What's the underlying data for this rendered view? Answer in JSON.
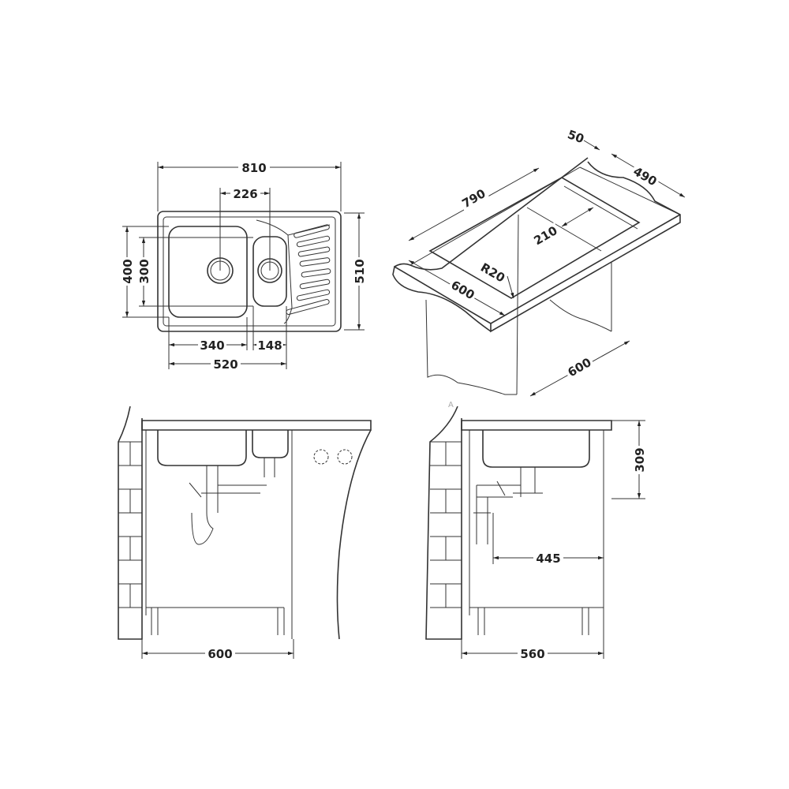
{
  "top_view": {
    "width_total": "810",
    "drain_spacing": "226",
    "depth_total": "510",
    "bowl_large_depth": "400",
    "bowl_small_depth": "300",
    "bowl_large_width": "340",
    "bowl_small_width": "148",
    "bowls_width": "520"
  },
  "iso_view": {
    "flange": "50",
    "cutout_length": "790",
    "cutout_depth": "490",
    "small_bowl_offset": "210",
    "radius": "R20",
    "counter_depth": "600",
    "cabinet_width": "600",
    "view_label": "A"
  },
  "side_view_front": {
    "cabinet_width": "600"
  },
  "side_view_side": {
    "height": "309",
    "drain_offset": "445",
    "cabinet_depth": "560"
  }
}
